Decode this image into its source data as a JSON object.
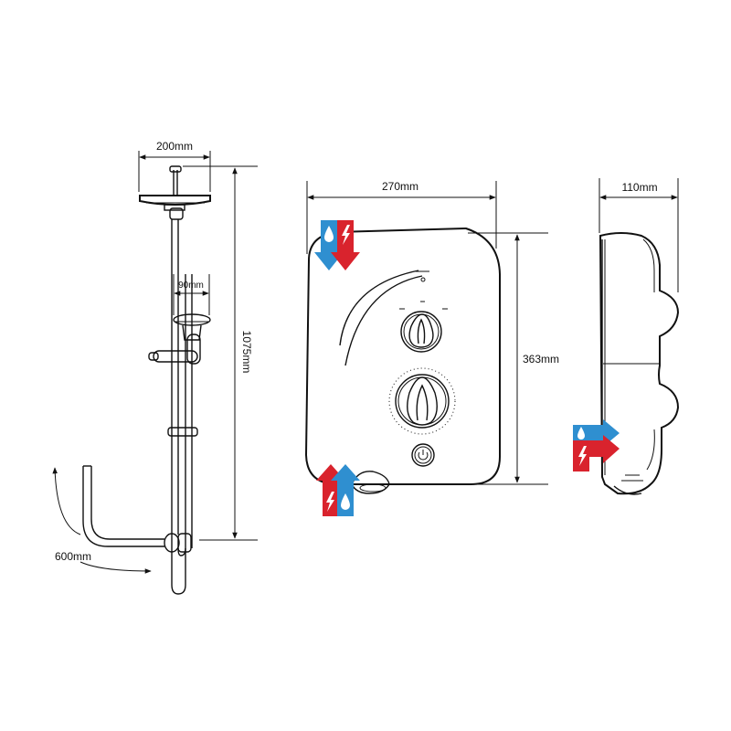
{
  "dimensions": {
    "head_width": "200mm",
    "handset_width": "90mm",
    "riser_height": "1075mm",
    "hose_length": "600mm",
    "unit_width": "270mm",
    "unit_height": "363mm",
    "unit_depth": "110mm"
  },
  "colors": {
    "water_blue": "#2f8fd0",
    "power_red": "#d9232d",
    "line": "#111111"
  },
  "icons": {
    "entry_top": "water-power-entry-top-icon",
    "entry_bottom": "water-power-entry-bottom-icon",
    "entry_rear": "water-power-entry-rear-icon"
  }
}
